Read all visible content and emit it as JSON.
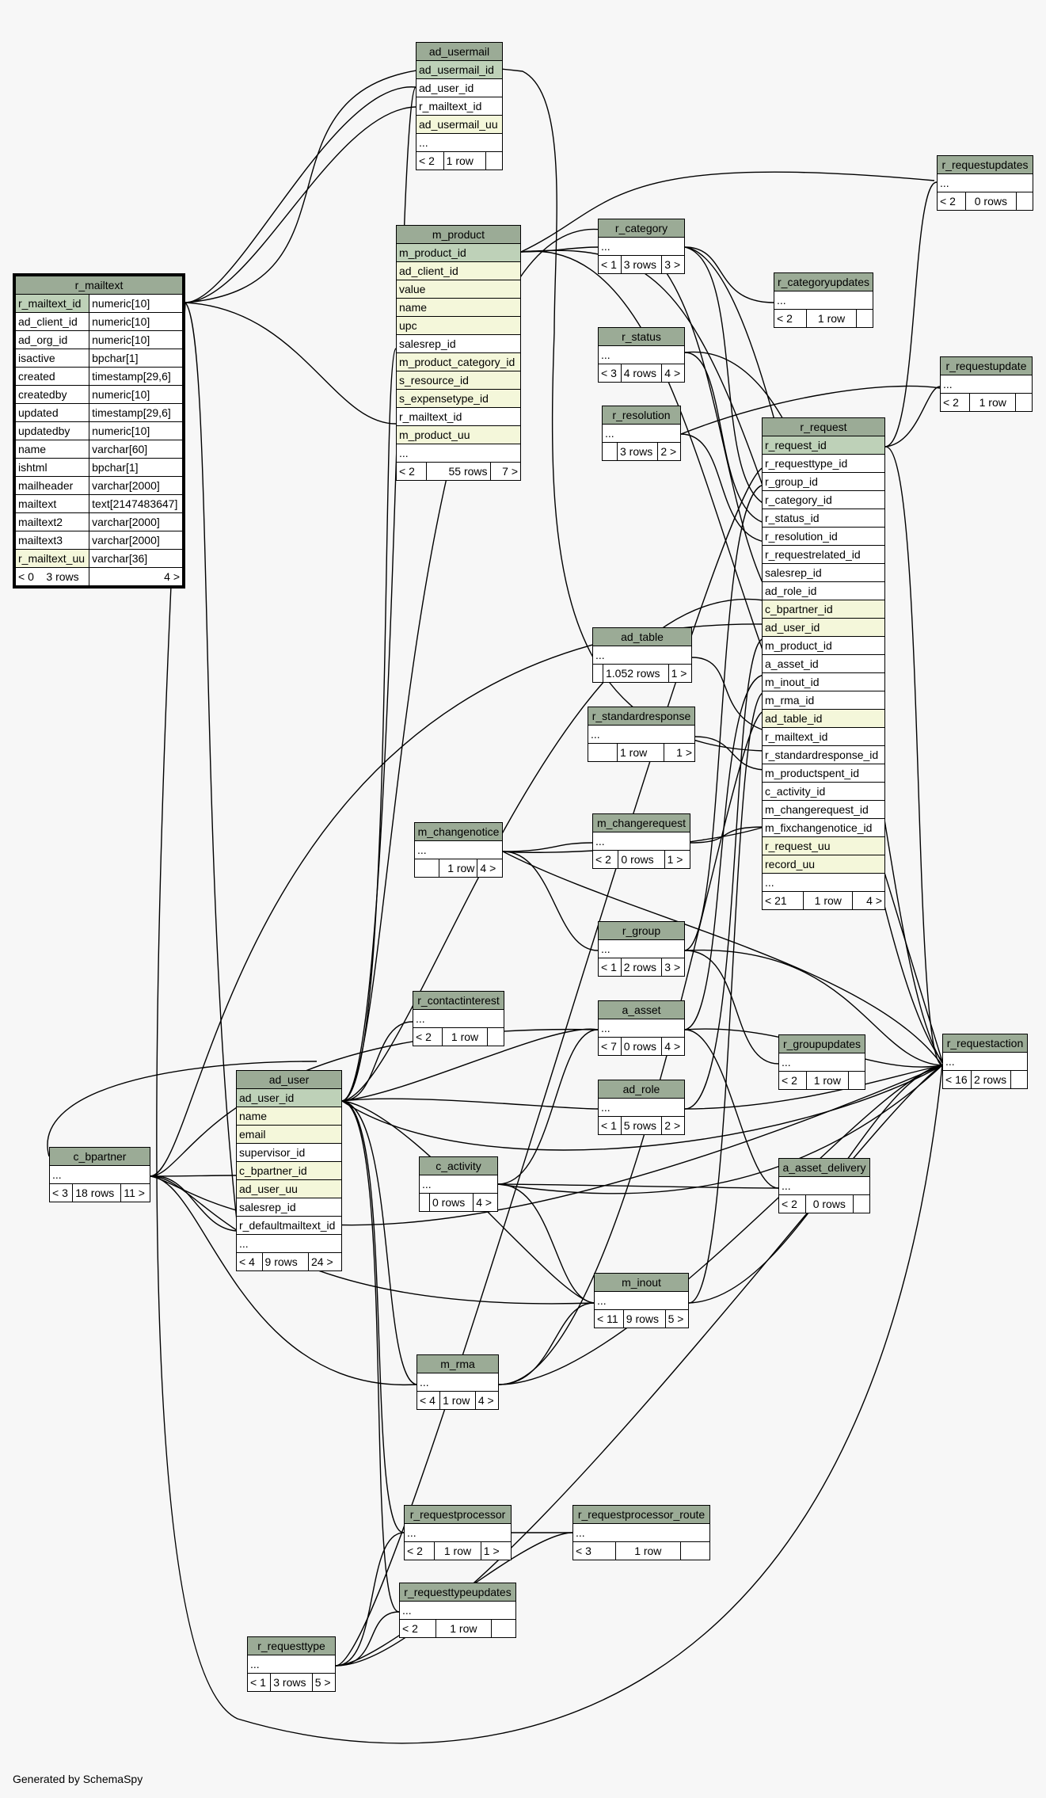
{
  "footer": "Generated by SchemaSpy",
  "tables": {
    "r_mailtext": {
      "name": "r_mailtext",
      "columns": [
        {
          "name": "r_mailtext_id",
          "type": "numeric[10]"
        },
        {
          "name": "ad_client_id",
          "type": "numeric[10]"
        },
        {
          "name": "ad_org_id",
          "type": "numeric[10]"
        },
        {
          "name": "isactive",
          "type": "bpchar[1]"
        },
        {
          "name": "created",
          "type": "timestamp[29,6]"
        },
        {
          "name": "createdby",
          "type": "numeric[10]"
        },
        {
          "name": "updated",
          "type": "timestamp[29,6]"
        },
        {
          "name": "updatedby",
          "type": "numeric[10]"
        },
        {
          "name": "name",
          "type": "varchar[60]"
        },
        {
          "name": "ishtml",
          "type": "bpchar[1]"
        },
        {
          "name": "mailheader",
          "type": "varchar[2000]"
        },
        {
          "name": "mailtext",
          "type": "text[2147483647]"
        },
        {
          "name": "mailtext2",
          "type": "varchar[2000]"
        },
        {
          "name": "mailtext3",
          "type": "varchar[2000]"
        },
        {
          "name": "r_mailtext_uu",
          "type": "varchar[36]"
        }
      ],
      "footer": {
        "parents": "< 0",
        "rows": "3 rows",
        "children": "4 >"
      }
    },
    "ad_usermail": {
      "name": "ad_usermail",
      "columns": [
        "ad_usermail_id",
        "ad_user_id",
        "r_mailtext_id",
        "ad_usermail_uu",
        "..."
      ],
      "footer": {
        "parents": "< 2",
        "rows": "1 row",
        "children": ""
      }
    },
    "m_product": {
      "name": "m_product",
      "columns": [
        "m_product_id",
        "ad_client_id",
        "value",
        "name",
        "upc",
        "salesrep_id",
        "m_product_category_id",
        "s_resource_id",
        "s_expensetype_id",
        "r_mailtext_id",
        "m_product_uu",
        "..."
      ],
      "footer": {
        "parents": "< 2",
        "rows": "55 rows",
        "children": "7 >"
      }
    },
    "r_category": {
      "name": "r_category",
      "columns": [
        "..."
      ],
      "footer": {
        "parents": "< 1",
        "rows": "3 rows",
        "children": "3 >"
      }
    },
    "r_categoryupdates": {
      "name": "r_categoryupdates",
      "columns": [
        "..."
      ],
      "footer": {
        "parents": "< 2",
        "rows": "1 row",
        "children": ""
      }
    },
    "r_status": {
      "name": "r_status",
      "columns": [
        "..."
      ],
      "footer": {
        "parents": "< 3",
        "rows": "4 rows",
        "children": "4 >"
      }
    },
    "r_resolution": {
      "name": "r_resolution",
      "columns": [
        "..."
      ],
      "footer": {
        "parents": "",
        "rows": "3 rows",
        "children": "2 >"
      }
    },
    "r_requestupdates": {
      "name": "r_requestupdates",
      "columns": [
        "..."
      ],
      "footer": {
        "parents": "< 2",
        "rows": "0 rows",
        "children": ""
      }
    },
    "r_requestupdate": {
      "name": "r_requestupdate",
      "columns": [
        "..."
      ],
      "footer": {
        "parents": "< 2",
        "rows": "1 row",
        "children": ""
      }
    },
    "r_request": {
      "name": "r_request",
      "columns": [
        "r_request_id",
        "r_requesttype_id",
        "r_group_id",
        "r_category_id",
        "r_status_id",
        "r_resolution_id",
        "r_requestrelated_id",
        "salesrep_id",
        "ad_role_id",
        "c_bpartner_id",
        "ad_user_id",
        "m_product_id",
        "a_asset_id",
        "m_inout_id",
        "m_rma_id",
        "ad_table_id",
        "r_mailtext_id",
        "r_standardresponse_id",
        "m_productspent_id",
        "c_activity_id",
        "m_changerequest_id",
        "m_fixchangenotice_id",
        "r_request_uu",
        "record_uu",
        "..."
      ],
      "footer": {
        "parents": "< 21",
        "rows": "1 row",
        "children": "4 >"
      }
    },
    "ad_table": {
      "name": "ad_table",
      "columns": [
        "..."
      ],
      "footer": {
        "parents": "",
        "rows": "1.052 rows",
        "children": "1 >"
      }
    },
    "r_standardresponse": {
      "name": "r_standardresponse",
      "columns": [
        "..."
      ],
      "footer": {
        "parents": "",
        "rows": "1 row",
        "children": "1 >"
      }
    },
    "m_changenotice": {
      "name": "m_changenotice",
      "columns": [
        "..."
      ],
      "footer": {
        "parents": "",
        "rows": "1 row",
        "children": "4 >"
      }
    },
    "m_changerequest": {
      "name": "m_changerequest",
      "columns": [
        "..."
      ],
      "footer": {
        "parents": "< 2",
        "rows": "0 rows",
        "children": "1 >"
      }
    },
    "r_group": {
      "name": "r_group",
      "columns": [
        "..."
      ],
      "footer": {
        "parents": "< 1",
        "rows": "2 rows",
        "children": "3 >"
      }
    },
    "r_contactinterest": {
      "name": "r_contactinterest",
      "columns": [
        "..."
      ],
      "footer": {
        "parents": "< 2",
        "rows": "1 row",
        "children": ""
      }
    },
    "a_asset": {
      "name": "a_asset",
      "columns": [
        "..."
      ],
      "footer": {
        "parents": "< 7",
        "rows": "0 rows",
        "children": "4 >"
      }
    },
    "r_groupupdates": {
      "name": "r_groupupdates",
      "columns": [
        "..."
      ],
      "footer": {
        "parents": "< 2",
        "rows": "1 row",
        "children": ""
      }
    },
    "r_requestaction": {
      "name": "r_requestaction",
      "columns": [
        "..."
      ],
      "footer": {
        "parents": "< 16",
        "rows": "2 rows",
        "children": ""
      }
    },
    "ad_user": {
      "name": "ad_user",
      "columns": [
        "ad_user_id",
        "name",
        "email",
        "supervisor_id",
        "c_bpartner_id",
        "ad_user_uu",
        "salesrep_id",
        "r_defaultmailtext_id",
        "..."
      ],
      "footer": {
        "parents": "< 4",
        "rows": "9 rows",
        "children": "24 >"
      }
    },
    "c_bpartner": {
      "name": "c_bpartner",
      "columns": [
        "..."
      ],
      "footer": {
        "parents": "< 3",
        "rows": "18 rows",
        "children": "11 >"
      }
    },
    "ad_role": {
      "name": "ad_role",
      "columns": [
        "..."
      ],
      "footer": {
        "parents": "< 1",
        "rows": "5 rows",
        "children": "2 >"
      }
    },
    "c_activity": {
      "name": "c_activity",
      "columns": [
        "..."
      ],
      "footer": {
        "parents": "",
        "rows": "0 rows",
        "children": "4 >"
      }
    },
    "a_asset_delivery": {
      "name": "a_asset_delivery",
      "columns": [
        "..."
      ],
      "footer": {
        "parents": "< 2",
        "rows": "0 rows",
        "children": ""
      }
    },
    "m_inout": {
      "name": "m_inout",
      "columns": [
        "..."
      ],
      "footer": {
        "parents": "< 11",
        "rows": "9 rows",
        "children": "5 >"
      }
    },
    "m_rma": {
      "name": "m_rma",
      "columns": [
        "..."
      ],
      "footer": {
        "parents": "< 4",
        "rows": "1 row",
        "children": "4 >"
      }
    },
    "r_requestprocessor": {
      "name": "r_requestprocessor",
      "columns": [
        "..."
      ],
      "footer": {
        "parents": "< 2",
        "rows": "1 row",
        "children": "1 >"
      }
    },
    "r_requestprocessor_route": {
      "name": "r_requestprocessor_route",
      "columns": [
        "..."
      ],
      "footer": {
        "parents": "< 3",
        "rows": "1 row",
        "children": ""
      }
    },
    "r_requesttypeupdates": {
      "name": "r_requesttypeupdates",
      "columns": [
        "..."
      ],
      "footer": {
        "parents": "< 2",
        "rows": "1 row",
        "children": ""
      }
    },
    "r_requesttype": {
      "name": "r_requesttype",
      "columns": [
        "..."
      ],
      "footer": {
        "parents": "< 1",
        "rows": "3 rows",
        "children": "5 >"
      }
    }
  }
}
